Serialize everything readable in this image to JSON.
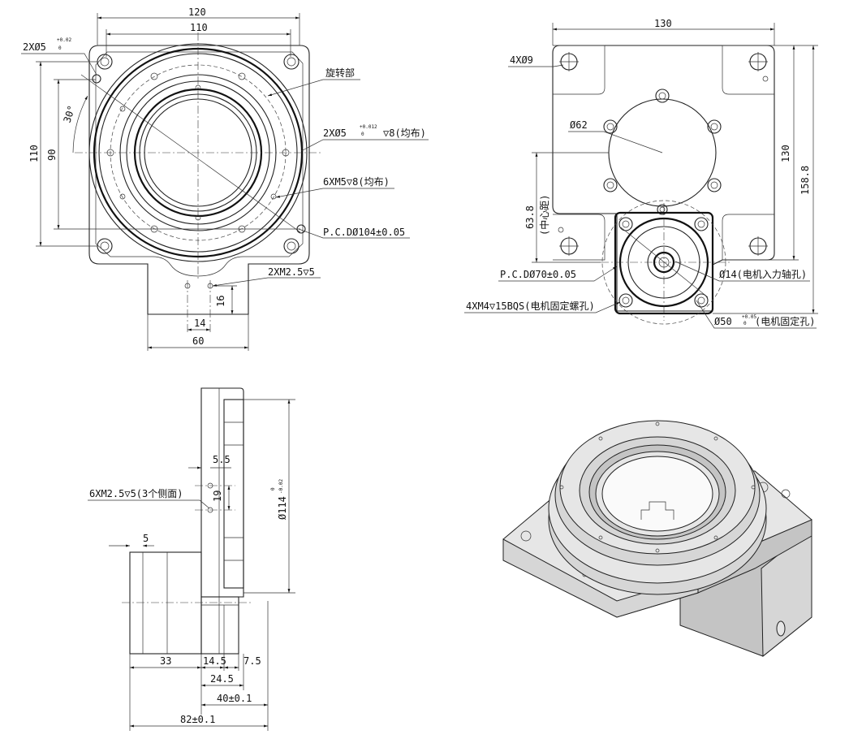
{
  "top_view": {
    "dims": {
      "w120": "120",
      "w110": "110",
      "h110": "110",
      "h90": "90",
      "w60": "60",
      "w14": "14",
      "h16": "16",
      "angle": "30°"
    },
    "callouts": {
      "pin_top": "2XØ5",
      "pin_top_tol_upper": "+0.02",
      "pin_top_tol_lower": "0",
      "rotating_part": "旋转部",
      "pin_side": "2XØ5",
      "pin_side_tol_upper": "+0.012",
      "pin_side_tol_lower": "0",
      "pin_side_tail": "▽8(均布)",
      "thread_m5": "6XM5▽8(均布)",
      "pcd104": "P.C.DØ104±0.05",
      "thread_m25": "2XM2.5▽5"
    }
  },
  "motor_view": {
    "dims": {
      "w130": "130",
      "h130": "130",
      "h158": "158.8",
      "h63": "63.8",
      "center_dist": "(中心距)"
    },
    "callouts": {
      "holes": "4XØ9",
      "d62": "Ø62",
      "pcd70": "P.C.DØ70±0.05",
      "input_shaft": "Ø14(电机入力轴孔)",
      "motor_screws": "4XM4▽15BQS(电机固定螺孔)",
      "fix_hole": "Ø50",
      "fix_hole_tol_upper": "+0.05",
      "fix_hole_tol_lower": "0",
      "fix_hole_tail": "(电机固定孔)"
    }
  },
  "side_view": {
    "dims": {
      "d114": "Ø114",
      "d114_tol_upper": "0",
      "d114_tol_lower": "-0.02",
      "d55": "5.5",
      "d19": "19",
      "d5": "5",
      "d33": "33",
      "d145": "14.5",
      "d75": "7.5",
      "d245": "24.5",
      "d40": "40±0.1",
      "d82": "82±0.1"
    },
    "callouts": {
      "thread_side": "6XM2.5▽5(3个侧面)"
    }
  }
}
